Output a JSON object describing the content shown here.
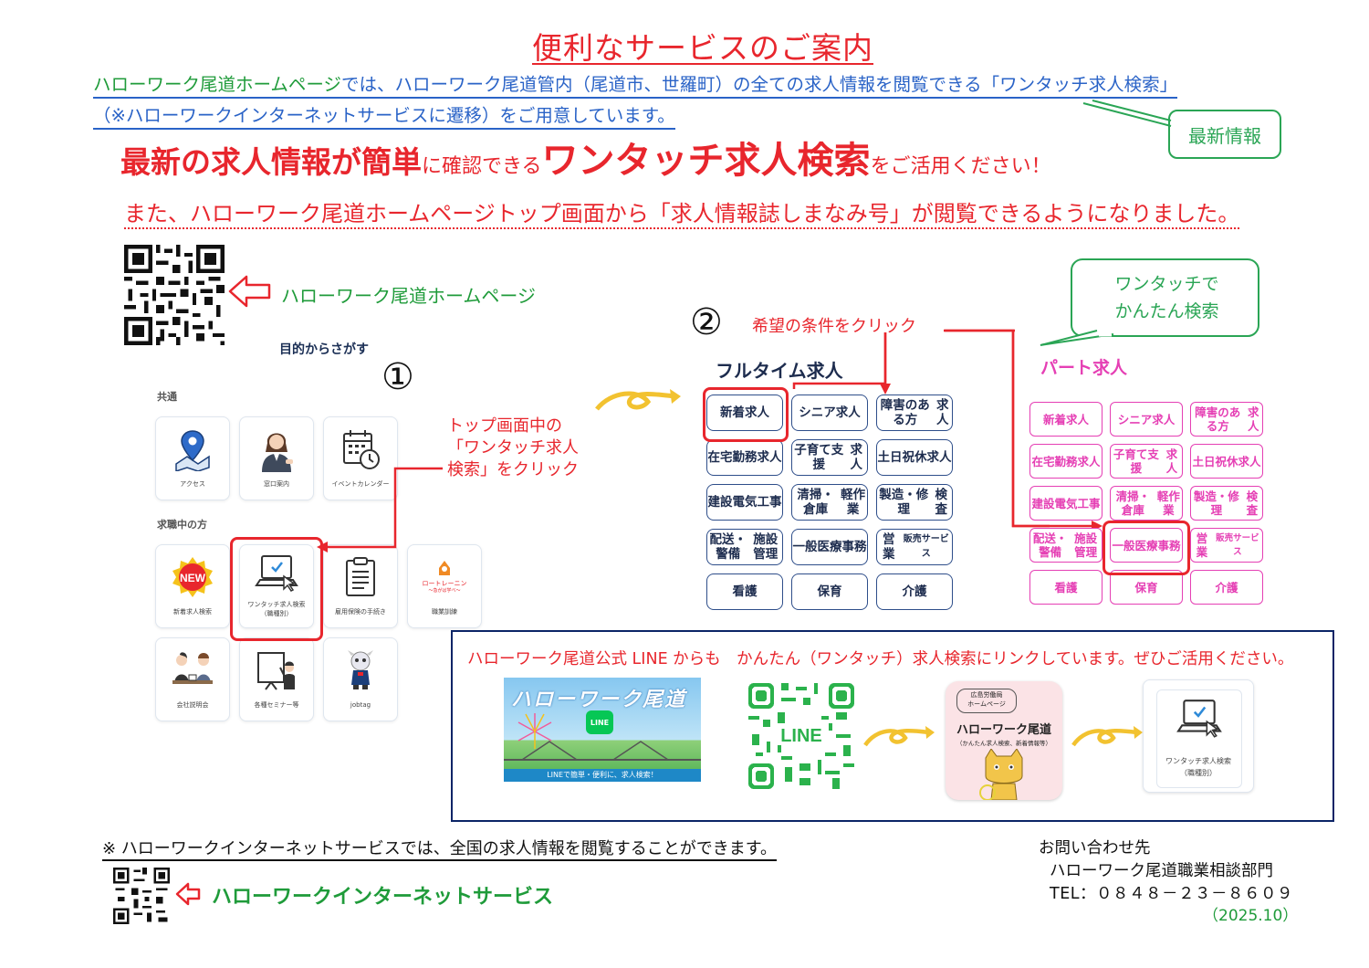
{
  "title": "便利なサービスのご案内",
  "intro": {
    "line1_a": "ハローワーク尾道ホームページ",
    "line1_b": "では、ハローワーク尾道管内（尾道市、世羅町）の全ての求人情報を閲覧できる「ワンタッチ求人検索」",
    "line2": "（※ハローワークインターネットサービスに遷移）をご用意しています。"
  },
  "latest_callout": "最新情報",
  "headline": {
    "part1": "最新の求人情報が簡単",
    "part2": "に確認できる",
    "part3": "ワンタッチ求人検索",
    "part4": "をご活用ください！"
  },
  "also_line": "また、ハローワーク尾道ホームページトップ画面から「求人情報誌しまなみ号」が閲覧できるようになりました。",
  "homepage_label": "ハローワーク尾道ホームページ",
  "step1": {
    "number": "①",
    "note_lines": [
      "トップ画面中の",
      "「ワンタッチ求人",
      "検索」をクリック"
    ]
  },
  "homepage_panel": {
    "heading": "目的からさがす",
    "section_common": "共通",
    "section_jobseeker": "求職中の方",
    "tiles_common": [
      {
        "icon": "map-pin-icon",
        "label": "アクセス"
      },
      {
        "icon": "reception-person-icon",
        "label": "窓口案内"
      },
      {
        "icon": "calendar-icon",
        "label": "イベントカレンダー"
      }
    ],
    "tiles_jobseeker": [
      {
        "icon": "new-badge-icon",
        "label": "新着求人検索"
      },
      {
        "icon": "laptop-check-icon",
        "label": "ワンタッチ求人検索",
        "label2": "（職種別）"
      },
      {
        "icon": "clipboard-icon",
        "label": "雇用保険の手続き"
      },
      {
        "icon": "plaza-logo-icon",
        "label": "職業訓練"
      },
      {
        "icon": "meeting-icon",
        "label": "会社説明会"
      },
      {
        "icon": "seminar-icon",
        "label": "各種セミナー等"
      },
      {
        "icon": "jobtag-mascot-icon",
        "label": "jobtag"
      }
    ]
  },
  "step2": {
    "number": "②",
    "note": "希望の条件をクリック"
  },
  "fulltime": {
    "heading": "フルタイム求人",
    "buttons": [
      [
        "新着求人",
        "シニア|求人",
        "障害のある方|求人"
      ],
      [
        "在宅勤務|求人",
        "子育て支援|求人",
        "土日祝休|求人"
      ],
      [
        "建設|電気工事",
        "清掃・倉庫|軽作業",
        "製造・修理|検査"
      ],
      [
        "配送・警備|施設管理",
        "一般|医療事務",
        "営業|販売サービス"
      ],
      [
        "看護",
        "保育",
        "介護"
      ]
    ]
  },
  "onetouch_callout": [
    "ワンタッチで",
    "かんたん検索"
  ],
  "parttime": {
    "heading": "パート求人",
    "buttons": [
      [
        "新着求人",
        "シニア|求人",
        "障害のある方|求人"
      ],
      [
        "在宅勤務|求人",
        "子育て支援|求人",
        "土日祝休|求人"
      ],
      [
        "建設|電気工事",
        "清掃・倉庫|軽作業",
        "製造・修理|検査"
      ],
      [
        "配送・警備|施設管理",
        "一般|医療事務",
        "営業|販売サービス"
      ],
      [
        "看護",
        "保育",
        "介護"
      ]
    ]
  },
  "line_section": {
    "headline": "ハローワーク尾道公式 LINE からも　かんたん（ワンタッチ）求人検索にリンクしています。ぜひご活用ください。",
    "banner_title": "ハローワーク尾道",
    "banner_line": "LINE",
    "banner_footer": "LINEで簡単・便利に、求人検索！",
    "qr_label": "LINE",
    "card_top": "広島労働局\nホームページ",
    "card_title": "ハローワーク尾道",
    "card_sub": "（かんたん求人検索、新着情報等）",
    "final_tile_label": "ワンタッチ求人検索",
    "final_tile_label2": "（職種別）"
  },
  "footer": {
    "note": "※ ハローワークインターネットサービスでは、全国の求人情報を閲覧することができます。",
    "internet_service_label": "ハローワークインターネットサービス",
    "contact_heading": "お問い合わせ先",
    "contact_dept": "ハローワーク尾道職業相談部門",
    "contact_tel": "TEL：０８４８－２３－８６０９",
    "date": "（2025.10）"
  },
  "colors": {
    "red": "#e8262d",
    "green": "#1f9b3a",
    "blue": "#2a63c7",
    "navy": "#0b2466",
    "pink": "#e53fb4"
  }
}
